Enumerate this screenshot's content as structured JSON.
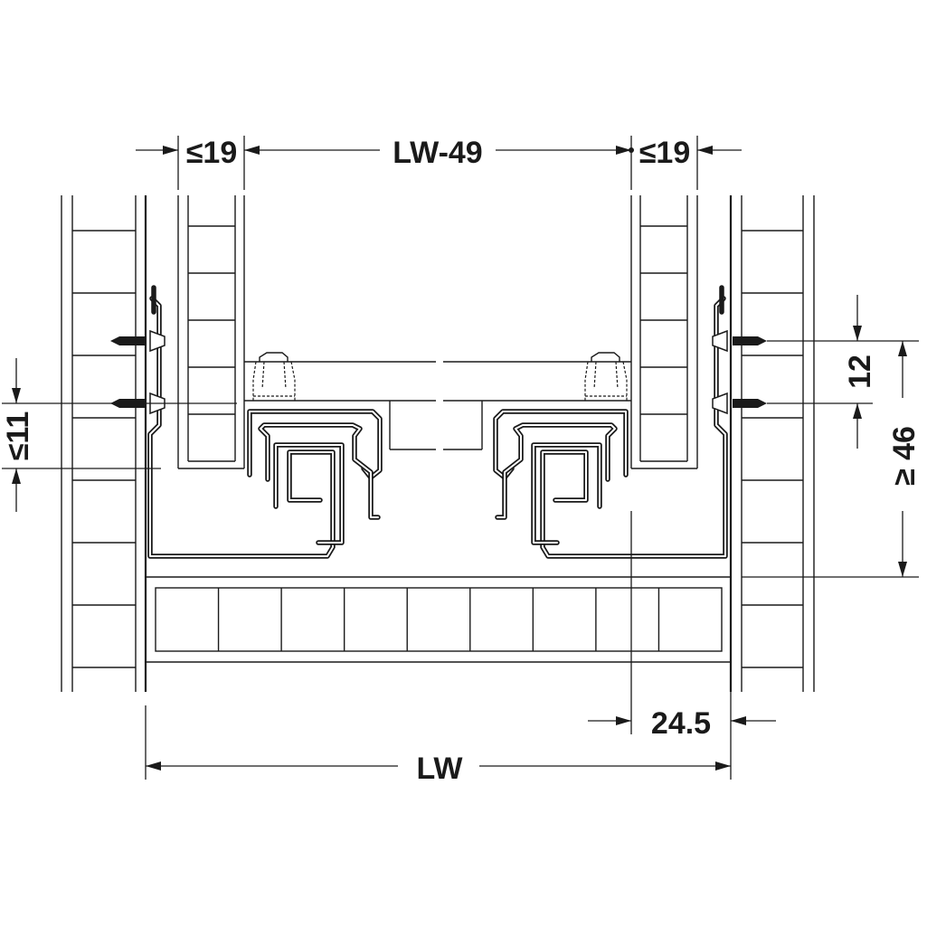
{
  "dimensions": {
    "side_left": "≤19",
    "inner_width": "LW-49",
    "side_right": "≤19",
    "screw_spacing": "12",
    "min_height": "≥ 46",
    "max_offset": "≤11",
    "rail_clearance": "24.5",
    "clear_width": "LW"
  },
  "colors": {
    "ink": "#1a1a1a",
    "paper": "#ffffff"
  }
}
